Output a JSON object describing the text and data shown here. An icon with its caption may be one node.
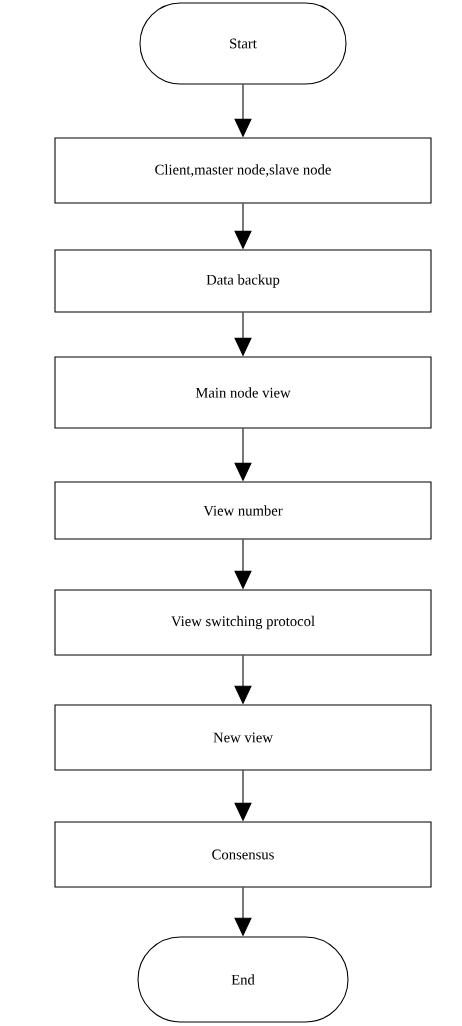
{
  "diagram": {
    "nodes": [
      {
        "text": [
          "Start"
        ]
      },
      {
        "text": [
          "Client,master node,slave node"
        ]
      },
      {
        "text": [
          "Data backup"
        ]
      },
      {
        "text": [
          "Main node view"
        ]
      },
      {
        "text": [
          "View number"
        ]
      },
      {
        "text": [
          "View switching protocol"
        ]
      },
      {
        "text": [
          "New view"
        ]
      },
      {
        "text": [
          "Consensus"
        ]
      },
      {
        "text": [
          "End"
        ]
      }
    ],
    "edges": [
      {
        "from": 0,
        "to": 1,
        "arrow": "to"
      },
      {
        "from": 1,
        "to": 2,
        "arrow": "to"
      },
      {
        "from": 2,
        "to": 3,
        "arrow": "to"
      },
      {
        "from": 3,
        "to": 4,
        "arrow": "to"
      },
      {
        "from": 4,
        "to": 5,
        "arrow": "to"
      },
      {
        "from": 5,
        "to": 6,
        "arrow": "to"
      },
      {
        "from": 6,
        "to": 7,
        "arrow": "to"
      },
      {
        "from": 7,
        "to": 8,
        "arrow": "to"
      }
    ]
  }
}
